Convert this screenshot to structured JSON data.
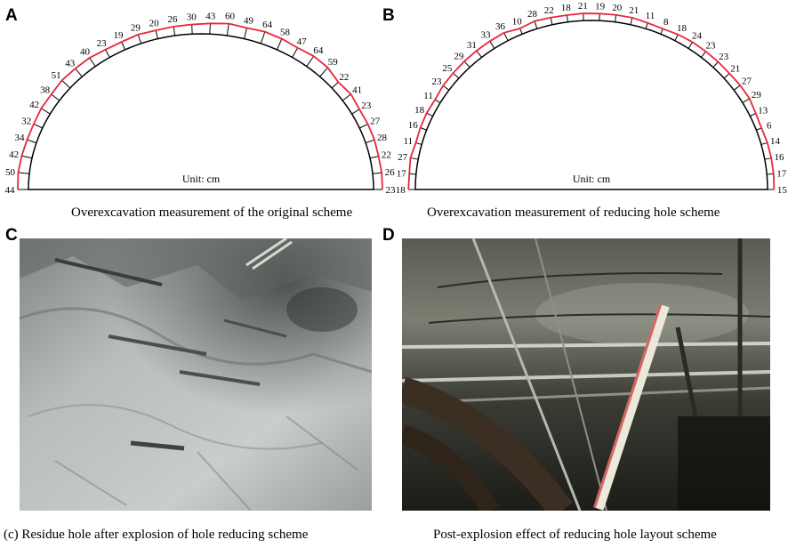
{
  "panels": {
    "A": {
      "letter": "A",
      "caption": "Overexcavation measurement of the original scheme",
      "unit_label": "Unit: cm",
      "measurements": [
        "44",
        "50",
        "42",
        "34",
        "32",
        "42",
        "38",
        "51",
        "43",
        "40",
        "23",
        "19",
        "29",
        "20",
        "26",
        "30",
        "43",
        "60",
        "49",
        "64",
        "58",
        "47",
        "64",
        "59",
        "22",
        "41",
        "23",
        "27",
        "28",
        "22",
        "26",
        "23"
      ]
    },
    "B": {
      "letter": "B",
      "caption": "Overexcavation measurement of reducing hole scheme",
      "unit_label": "Unit: cm",
      "measurements": [
        "18",
        "17",
        "27",
        "11",
        "16",
        "18",
        "11",
        "23",
        "25",
        "29",
        "31",
        "33",
        "36",
        "10",
        "28",
        "22",
        "18",
        "21",
        "19",
        "20",
        "21",
        "11",
        "8",
        "18",
        "24",
        "23",
        "23",
        "21",
        "27",
        "29",
        "13",
        "6",
        "14",
        "16",
        "17",
        "15"
      ]
    },
    "C": {
      "letter": "C",
      "caption": "(c) Residue hole after explosion of hole reducing scheme"
    },
    "D": {
      "letter": "D",
      "caption": "Post-explosion effect of reducing hole layout scheme"
    }
  },
  "colors": {
    "overbreak_line": "#e8283a",
    "design_line": "#000000"
  }
}
